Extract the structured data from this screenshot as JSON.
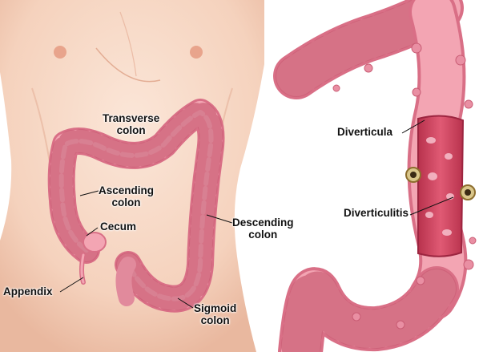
{
  "labels": {
    "transverse_colon": [
      "Transverse",
      "colon"
    ],
    "ascending_colon": [
      "Ascending",
      "colon"
    ],
    "cecum": "Cecum",
    "appendix": "Appendix",
    "descending_colon": [
      "Descending",
      "colon"
    ],
    "sigmoid_colon": [
      "Sigmoid",
      "colon"
    ],
    "diverticula": "Diverticula",
    "diverticulitis": "Diverticulitis"
  },
  "colors": {
    "skin": "#f7d9c6",
    "skin_shadow": "#e9b89f",
    "colon": "#f3a5b3",
    "colon_dark": "#d96f86",
    "colon_light": "#fbd3da",
    "inflamed": "#d6455f"
  }
}
